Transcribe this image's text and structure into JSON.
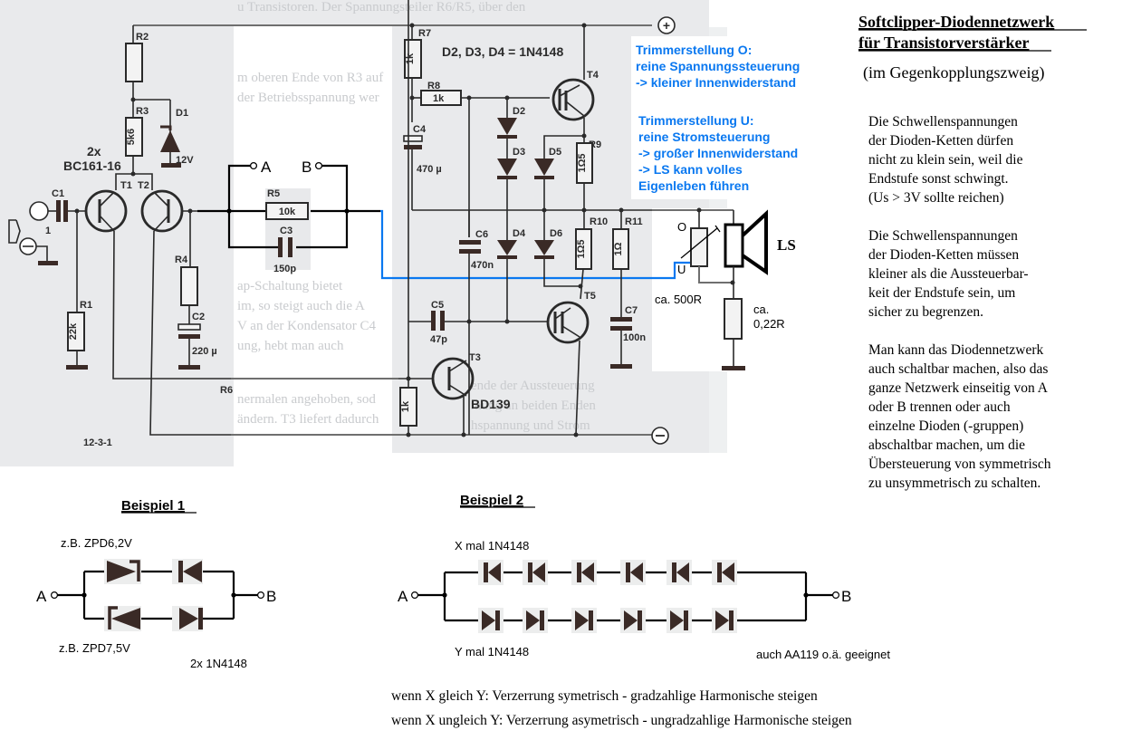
{
  "title": {
    "line1": "Softclipper-Diodennetzwerk",
    "line2": "für Transistorverstärker",
    "subtitle": "(im Gegenkopplungszweig)"
  },
  "notes": {
    "para1": [
      "Die Schwellenspannungen",
      "der Dioden-Ketten dürfen",
      "nicht zu klein sein, weil die",
      "Endstufe sonst schwingt.",
      "(Us > 3V sollte reichen)"
    ],
    "para2": [
      "Die Schwellenspannungen",
      "der Dioden-Ketten müssen",
      "kleiner als die Aussteuerbar-",
      "keit der Endstufe sein, um",
      "sicher zu begrenzen."
    ],
    "para3": [
      "Man kann das Diodennetzwerk",
      "auch schaltbar machen, also das",
      "ganze Netzwerk einseitig von A",
      "oder B trennen oder auch",
      "einzelne Dioden (-gruppen)",
      "abschaltbar machen, um die",
      "Übersteuerung von symmetrisch",
      "zu unsymmetrisch zu schalten."
    ]
  },
  "trimmer_notes": {
    "o": [
      "Trimmerstellung O:",
      "reine Spannungssteuerung",
      "-> kleiner Innenwiderstand"
    ],
    "u": [
      "Trimmerstellung U:",
      "reine Stromsteuerung",
      "-> großer Innenwiderstand",
      "-> LS kann volles",
      "Eigenleben führen"
    ]
  },
  "schematic": {
    "figure_id": "12-3-1",
    "diode_note": "D2, D3, D4 = 1N4148",
    "transistor_pair": [
      "2x",
      "BC161-16"
    ],
    "components": {
      "R1": {
        "label": "R1",
        "value": "22k"
      },
      "R2": {
        "label": "R2"
      },
      "R3": {
        "label": "R3",
        "value": "5k6"
      },
      "R4": {
        "label": "R4"
      },
      "R5": {
        "label": "R5",
        "value": "10k"
      },
      "R6": {
        "label": "R6"
      },
      "R7": {
        "label": "R7",
        "value": "1k"
      },
      "R8": {
        "label": "R8",
        "value": "1k"
      },
      "R9": {
        "label": "R9",
        "value": "1Ω5"
      },
      "R10": {
        "label": "R10",
        "value": "1Ω5"
      },
      "R11": {
        "label": "R11",
        "value": "1Ω"
      },
      "R_T3": {
        "value": "1k"
      },
      "C1": {
        "label": "C1",
        "value": "1"
      },
      "C2": {
        "label": "C2",
        "value": "220 µ"
      },
      "C3": {
        "label": "C3",
        "value": "150p"
      },
      "C4": {
        "label": "C4",
        "value": "470 µ"
      },
      "C5": {
        "label": "C5",
        "value": "47p"
      },
      "C6": {
        "label": "C6",
        "value": "470n"
      },
      "C7": {
        "label": "C7",
        "value": "100n"
      },
      "D1": {
        "label": "D1",
        "value": "12V"
      },
      "D2": {
        "label": "D2"
      },
      "D3": {
        "label": "D3"
      },
      "D4": {
        "label": "D4"
      },
      "D5": {
        "label": "D5"
      },
      "D6": {
        "label": "D6"
      },
      "T1": {
        "label": "T1"
      },
      "T2": {
        "label": "T2"
      },
      "T3": {
        "label": "T3",
        "value": "BD139"
      },
      "T4": {
        "label": "T4"
      },
      "T5": {
        "label": "T5"
      }
    },
    "node_a": "A",
    "node_b": "B",
    "trimmer": {
      "top": "O",
      "bottom": "U",
      "value": "ca. 500R"
    },
    "sense_resistor": {
      "value_line1": "ca.",
      "value_line2": "0,22R"
    },
    "speaker": "LS",
    "supply_plus": "+",
    "supply_minus": "−"
  },
  "example1": {
    "heading": "Beispiel 1",
    "top_label": "z.B. ZPD6,2V",
    "bottom_label": "z.B. ZPD7,5V",
    "diode_label": "2x 1N4148",
    "node_a": "A",
    "node_b": "B"
  },
  "example2": {
    "heading": "Beispiel 2",
    "top_label": "X mal 1N4148",
    "bottom_label": "Y mal  1N4148",
    "note": "auch AA119 o.ä. geeignet",
    "node_a": "A",
    "node_b": "B",
    "diode_count_top": 6,
    "diode_count_bottom": 6
  },
  "footer": {
    "line1": "wenn X  gleich  Y: Verzerrung symetrisch - gradzahlige Harmonische steigen",
    "line2": "wenn X ungleich Y: Verzerrung asymetrisch - ungradzahlige Harmonische  steigen"
  }
}
